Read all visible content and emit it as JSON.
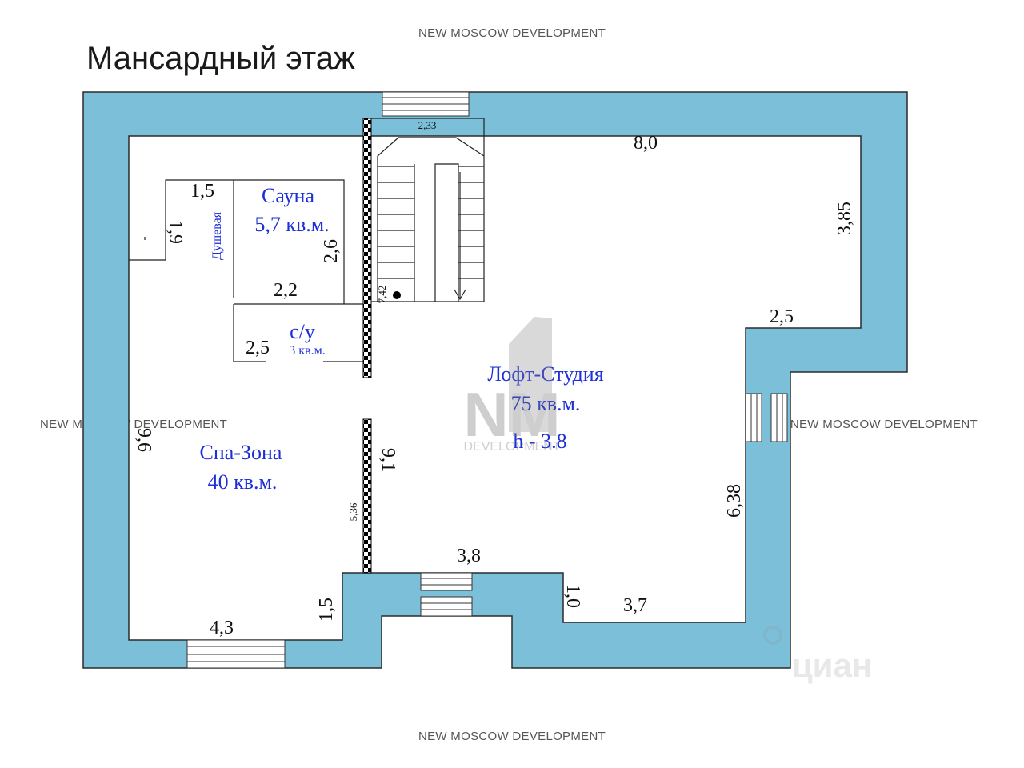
{
  "title": "Мансардный этаж",
  "brand": "NEW MOSCOW DEVELOPMENT",
  "colors": {
    "wall": "#7bbfd8",
    "room_label": "#1d2fd6",
    "line": "#222222"
  },
  "rooms": {
    "sauna_name": "Сауна",
    "sauna_area": "5,7 кв.м.",
    "shower_name": "Душевая",
    "wc_name": "с/у",
    "wc_area": "3 кв.м.",
    "loft_name": "Лофт-Студия",
    "loft_area": "75 кв.м.",
    "loft_height": "h - 3.8",
    "spa_name": "Спа-Зона",
    "spa_area": "40 кв.м."
  },
  "dimensions": {
    "stair_width": "2,33",
    "top_wall": "8,0",
    "shower_w": "1,5",
    "shower_h": "1,9",
    "sauna_h": "2,6",
    "sauna_w": "2,2",
    "stair_len": "7,42",
    "wc_w": "2,5",
    "right_top": "3,85",
    "right_step": "2,5",
    "left_wall": "9,6",
    "partition": "9,1",
    "partition_inner": "5,36",
    "right_lower": "6,38",
    "bottom_mid": "3,8",
    "bottom_step": "1,0",
    "bottom_right": "3,7",
    "bottom_left": "4,3",
    "left_step": "1,5"
  },
  "watermark": {
    "logo_text": "NM",
    "logo_sub": "DEVELOPMENT",
    "corner_text": "циан"
  }
}
